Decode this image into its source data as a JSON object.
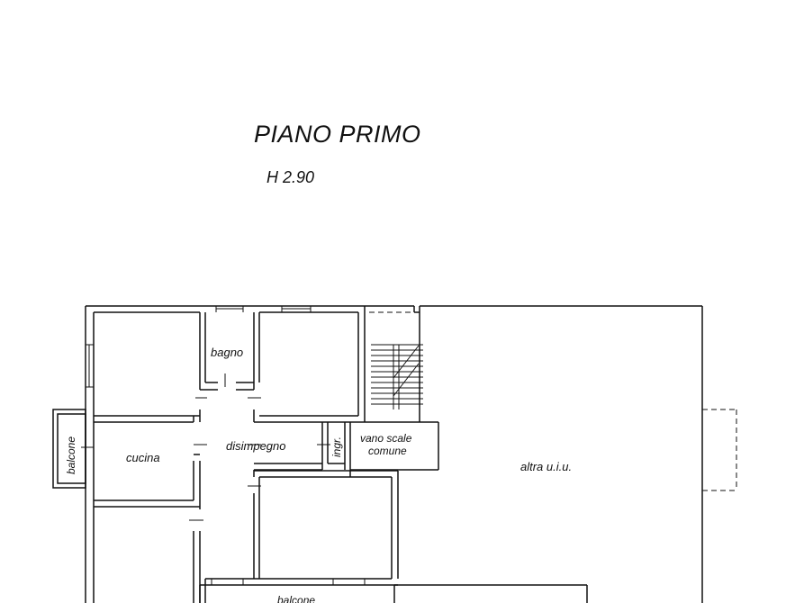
{
  "plan": {
    "title": "PIANO PRIMO",
    "height_label": "H 2.90",
    "rooms": {
      "bagno": "bagno",
      "cucina": "cucina",
      "disimpegno": "disimpegno",
      "ingresso": "ingr.",
      "vano_scale_line1": "vano scale",
      "vano_scale_line2": "comune",
      "altra_uiu": "altra u.i.u.",
      "balcone_side": "balcone",
      "balcone_bottom": "balcone"
    }
  },
  "colors": {
    "wall": "#111111",
    "background": "#ffffff"
  }
}
